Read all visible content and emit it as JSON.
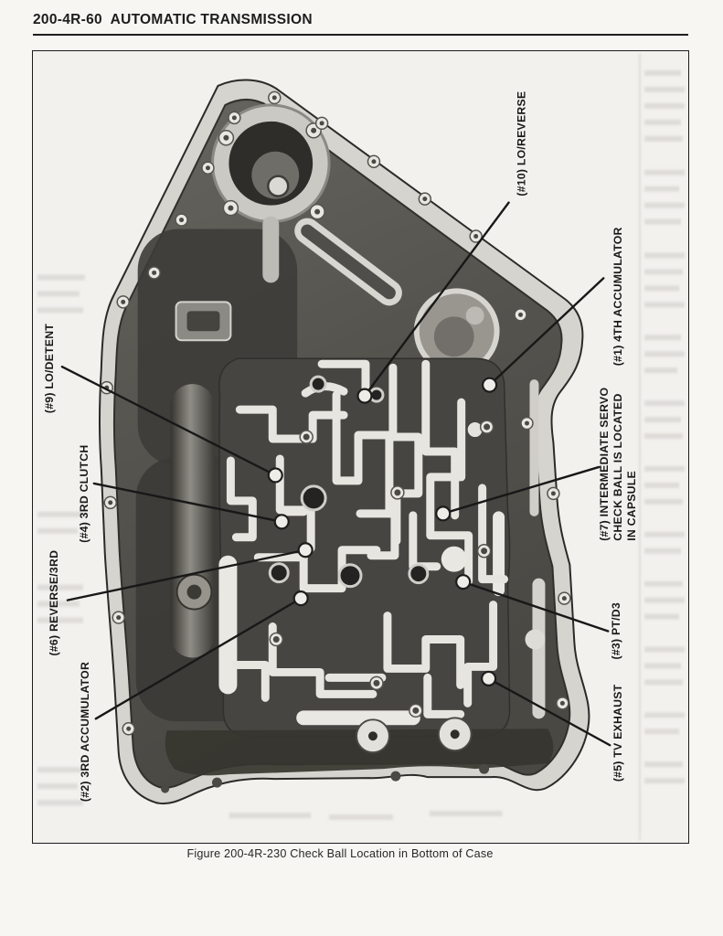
{
  "page": {
    "header_title": "200-4R-60  AUTOMATIC TRANSMISSION",
    "figure_caption": "Figure 200-4R-230 Check Ball Location in Bottom of Case"
  },
  "figure": {
    "labels": {
      "lo_reverse": "(#10) LO/REVERSE",
      "fourth_accumulator": "(#1) 4TH ACCUMULATOR",
      "lo_detent": "(#9) LO/DETENT",
      "third_clutch": "(#4) 3RD CLUTCH",
      "reverse_3rd": "(#6) REVERSE/3RD",
      "third_accumulator": "(#2) 3RD ACCUMULATOR",
      "intermediate_servo_1": "(#7) INTERMEDIATE SERVO",
      "intermediate_servo_2": "CHECK BALL IS LOCATED",
      "intermediate_servo_3": "IN CAPSULE",
      "pt_d3": "(#3) PT/D3",
      "tv_exhaust": "(#5) TV EXHAUST"
    }
  },
  "colors": {
    "ink": "#1c1c1c",
    "paper": "#f2f1ee",
    "case_flange": "#d6d4cf",
    "case_body": "#55534e",
    "channel_light": "#e7e5e0"
  }
}
